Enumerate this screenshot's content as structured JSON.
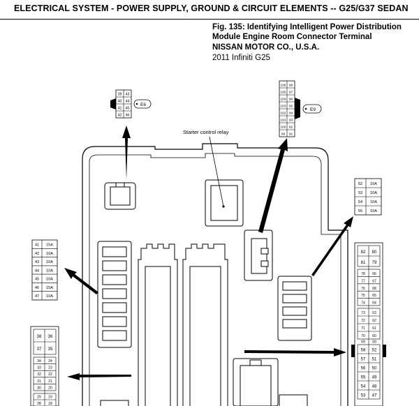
{
  "header": {
    "title": "ELECTRICAL SYSTEM - POWER SUPPLY, GROUND & CIRCUIT ELEMENTS -- G25/G37 SEDAN"
  },
  "caption": {
    "figure": "Fig. 135: Identifying Intelligent Power Distribution Module Engine Room Connector Terminal",
    "maker": "NISSAN MOTOR CO., U.S.A.",
    "model": "2011 Infiniti G25"
  },
  "diagram": {
    "starter_label": "Starter control relay",
    "connector_e6": {
      "label": "E6",
      "pins": [
        [
          "39",
          "43"
        ],
        [
          "40",
          "44"
        ],
        [
          "41",
          "45"
        ],
        [
          "42",
          "46"
        ]
      ]
    },
    "connector_e9": {
      "label": "E9",
      "pins": [
        [
          "106",
          "98"
        ],
        [
          "105",
          "97"
        ],
        [
          "104",
          "96"
        ],
        [
          "103",
          "95"
        ],
        [
          "102",
          "94"
        ],
        [
          "101",
          "93"
        ],
        [
          "100",
          "92"
        ],
        [
          "99",
          "91"
        ]
      ]
    },
    "fuses_upper_right": [
      [
        "52",
        "10A"
      ],
      [
        "53",
        "10A"
      ],
      [
        "54",
        "10A"
      ],
      [
        "55",
        "10A"
      ]
    ],
    "fuses_left": [
      [
        "41",
        "15A"
      ],
      [
        "42",
        "10A"
      ],
      [
        "43",
        "10A"
      ],
      [
        "44",
        "10A"
      ],
      [
        "45",
        "10A"
      ],
      [
        "46",
        "15A"
      ],
      [
        "47",
        "10A"
      ]
    ],
    "connector_left_bottom": [
      [
        "38",
        "36"
      ],
      [
        "37",
        "35"
      ],
      [
        "34",
        "24"
      ],
      [
        "33",
        "23"
      ],
      [
        "32",
        "22"
      ],
      [
        "31",
        "21"
      ],
      [
        "30",
        "20"
      ],
      [
        "29",
        "19"
      ],
      [
        "28",
        "18"
      ]
    ],
    "connector_right_big": [
      [
        "82",
        "80"
      ],
      [
        "81",
        "79"
      ],
      [
        "78",
        "66"
      ],
      [
        "77",
        "67"
      ],
      [
        "76",
        "68"
      ],
      [
        "75",
        "65"
      ],
      [
        "74",
        "64"
      ],
      [
        "73",
        "63"
      ],
      [
        "72",
        "62"
      ],
      [
        "71",
        "61"
      ],
      [
        "70",
        "60"
      ],
      [
        "69",
        "59"
      ],
      [
        "58",
        "52"
      ],
      [
        "57",
        "51"
      ],
      [
        "56",
        "50"
      ],
      [
        "55",
        "49"
      ],
      [
        "54",
        "48"
      ],
      [
        "53",
        "47"
      ]
    ]
  }
}
